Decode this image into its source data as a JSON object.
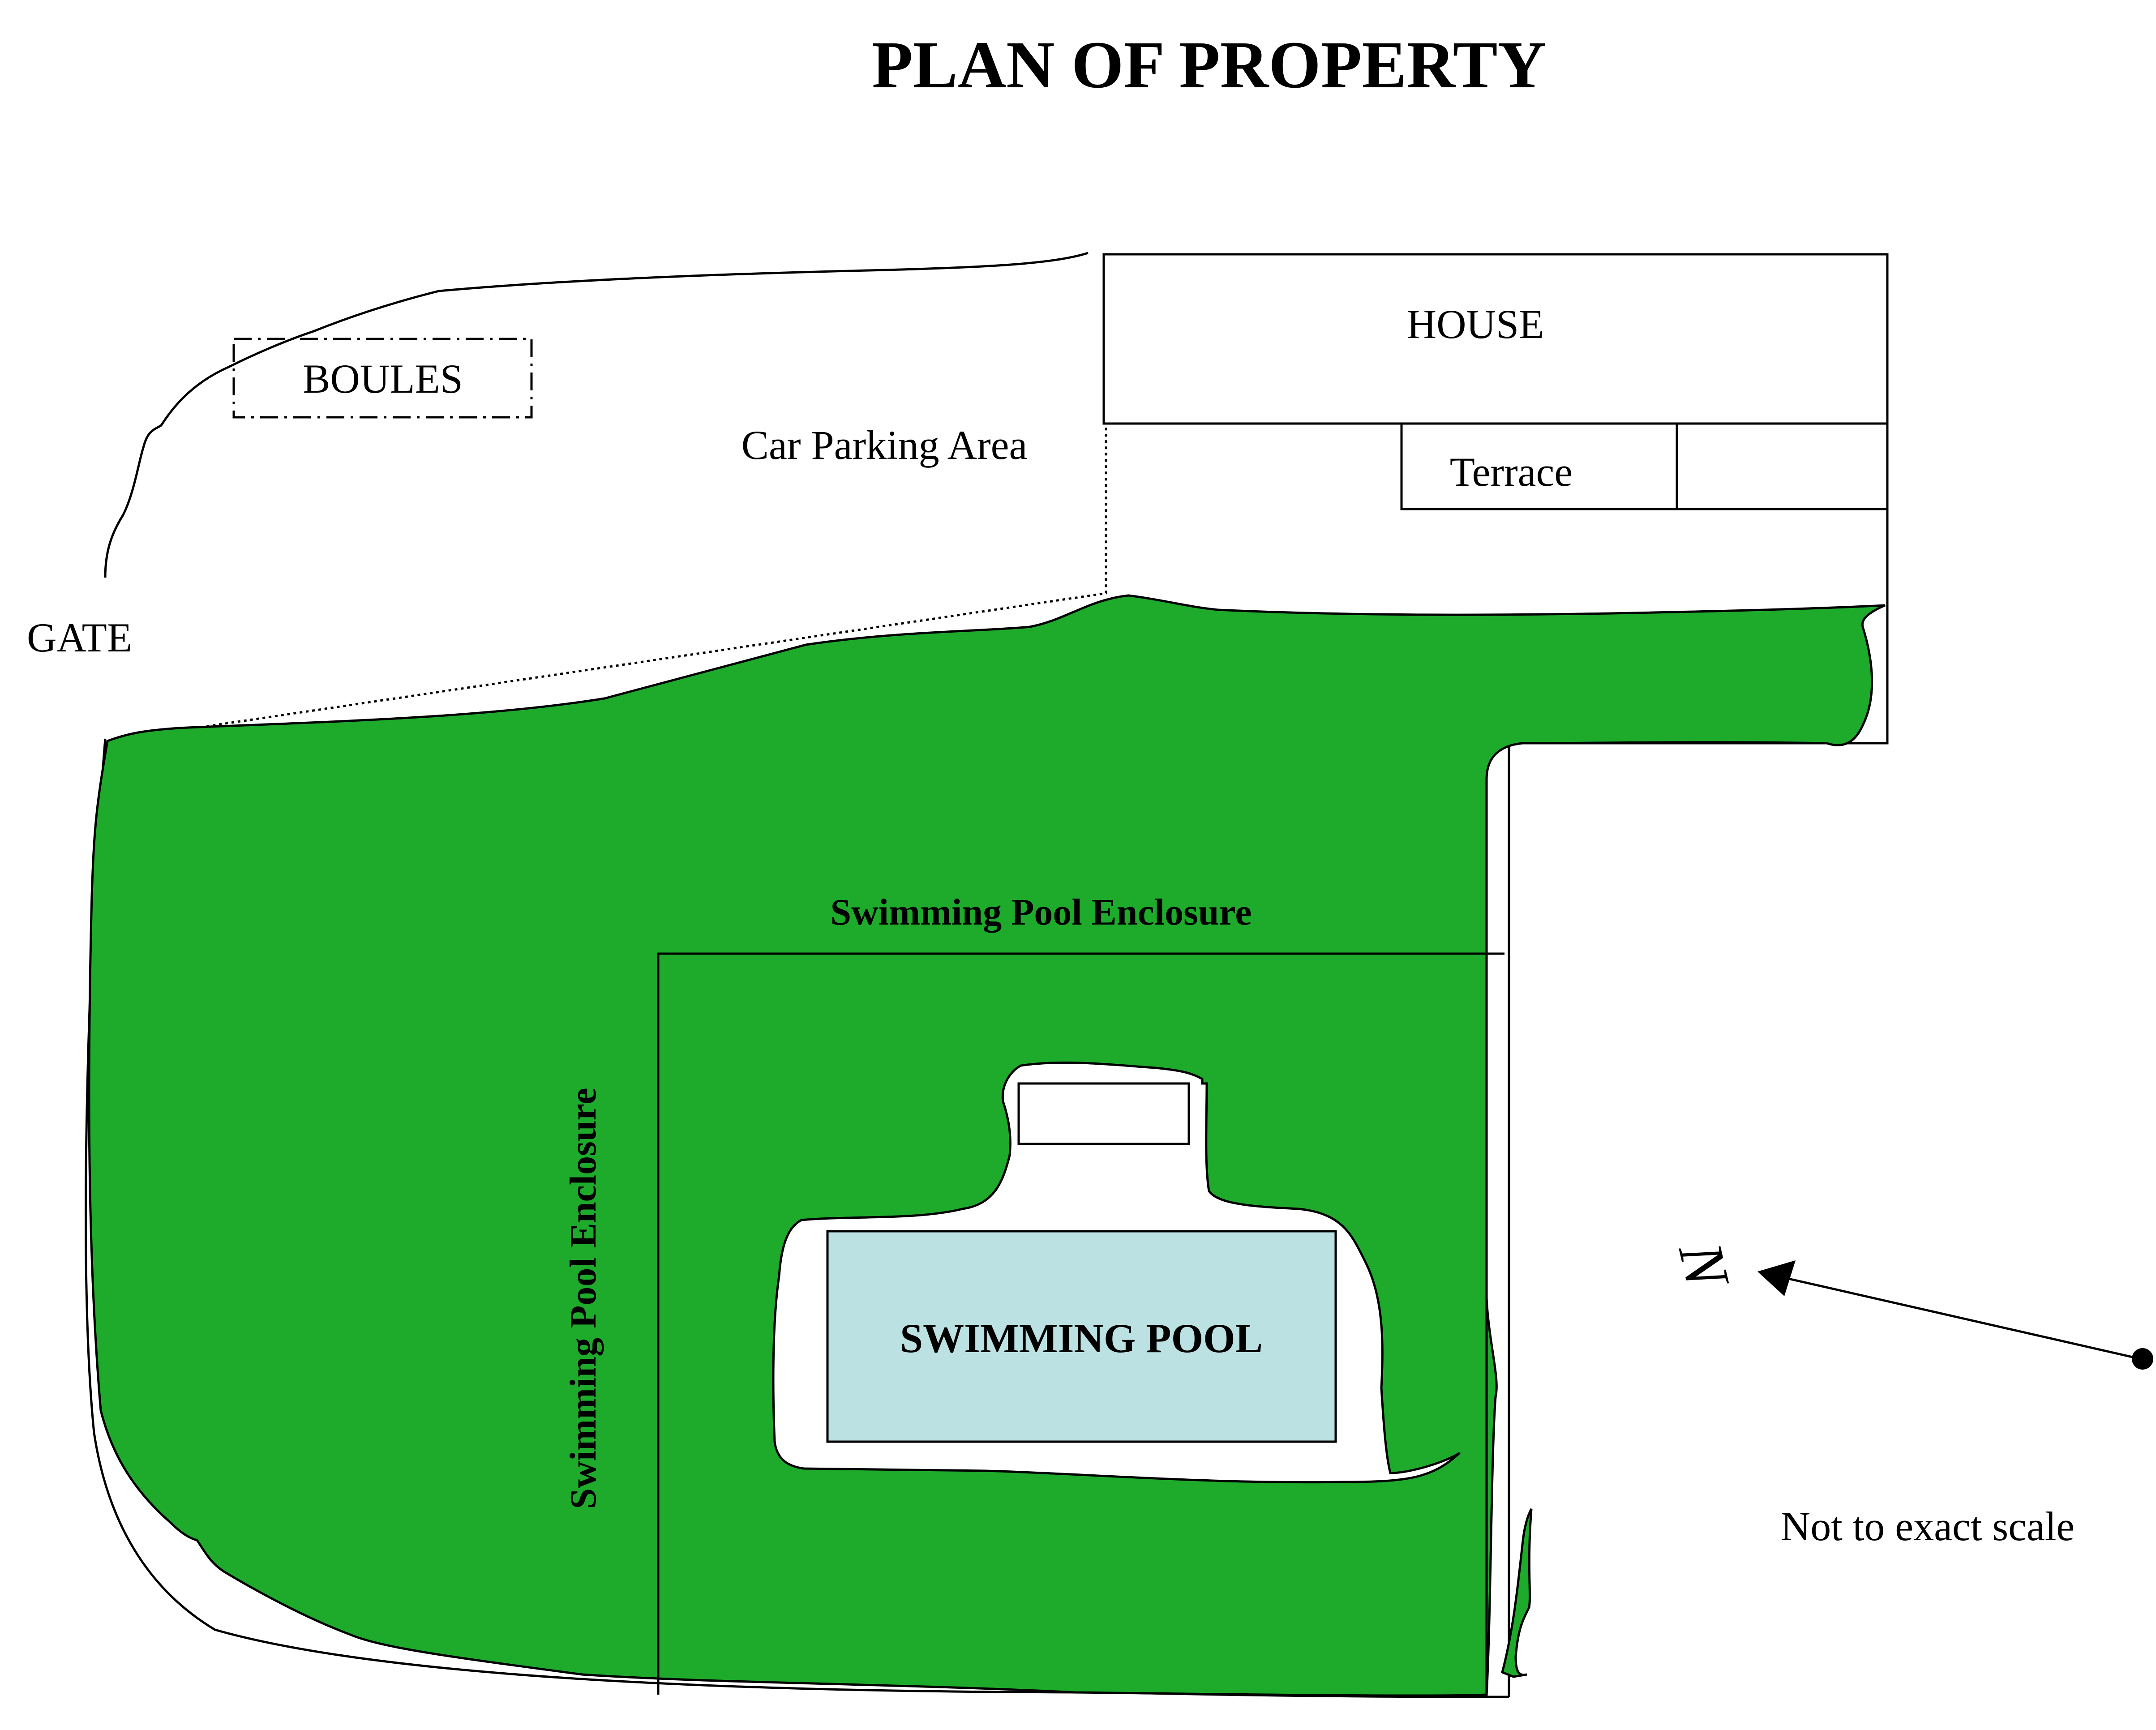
{
  "title": "PLAN OF PROPERTY",
  "labels": {
    "house": "HOUSE",
    "terrace": "Terrace",
    "boules": "BOULES",
    "car_parking": "Car Parking Area",
    "gate": "GATE",
    "enclosure_top": "Swimming Pool Enclosure",
    "enclosure_side": "Swimming Pool Enclosure",
    "pool": "SWIMMING POOL",
    "scale_note": "Not to exact scale",
    "north": "N"
  },
  "colors": {
    "lawn": "#1eab2c",
    "pool_water": "#bce1e3",
    "line": "#000000",
    "background": "#ffffff"
  },
  "icons": {
    "north_arrow": "north-arrow-icon"
  }
}
